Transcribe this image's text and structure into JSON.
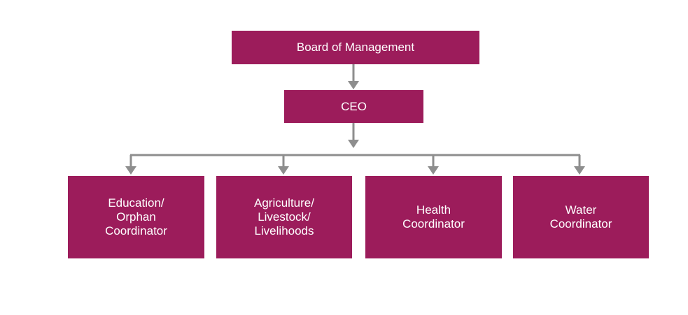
{
  "colors": {
    "box_fill": "#9C1C5B",
    "box_text": "#FFFFFF",
    "connector": "#8E8E8E"
  },
  "org_chart": {
    "top": {
      "label": "Board of Management"
    },
    "middle": {
      "label": "CEO"
    },
    "children": [
      {
        "label": "Education/\nOrphan\nCoordinator"
      },
      {
        "label": "Agriculture/\nLivestock/\nLivelihoods"
      },
      {
        "label": "Health\nCoordinator"
      },
      {
        "label": "Water\nCoordinator"
      }
    ]
  }
}
